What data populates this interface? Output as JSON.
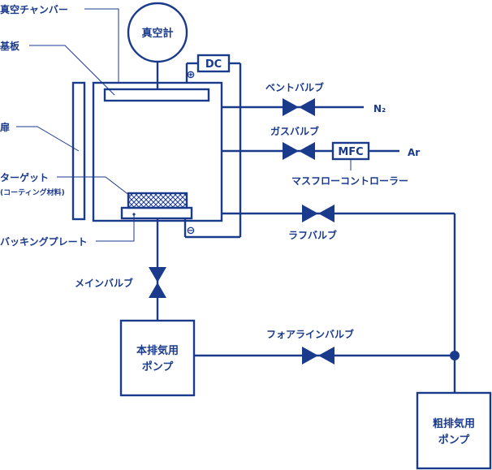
{
  "labels": {
    "chamber": "真空チャンバー",
    "substrate": "基板",
    "door": "扉",
    "target": "ターゲット",
    "target_sub": "(コーティング材料)",
    "backing_plate": "バッキングプレート",
    "main_valve": "メインバルブ",
    "vacuum_gauge": "真空計",
    "dc": "DC",
    "plus": "⊕",
    "minus": "⊖",
    "vent_valve": "ベントバルブ",
    "n2": "N₂",
    "gas_valve": "ガスバルブ",
    "mfc": "MFC",
    "ar": "Ar",
    "mass_flow_controller": "マスフローコントローラー",
    "rough_valve": "ラフバルブ",
    "foreline_valve": "フォアラインバルブ",
    "main_pump_line1": "本排気用",
    "main_pump_line2": "ポンプ",
    "rough_pump_line1": "粗排気用",
    "rough_pump_line2": "ポンプ"
  },
  "colors": {
    "line": "#1a3a8c",
    "background": "#ffffff"
  }
}
